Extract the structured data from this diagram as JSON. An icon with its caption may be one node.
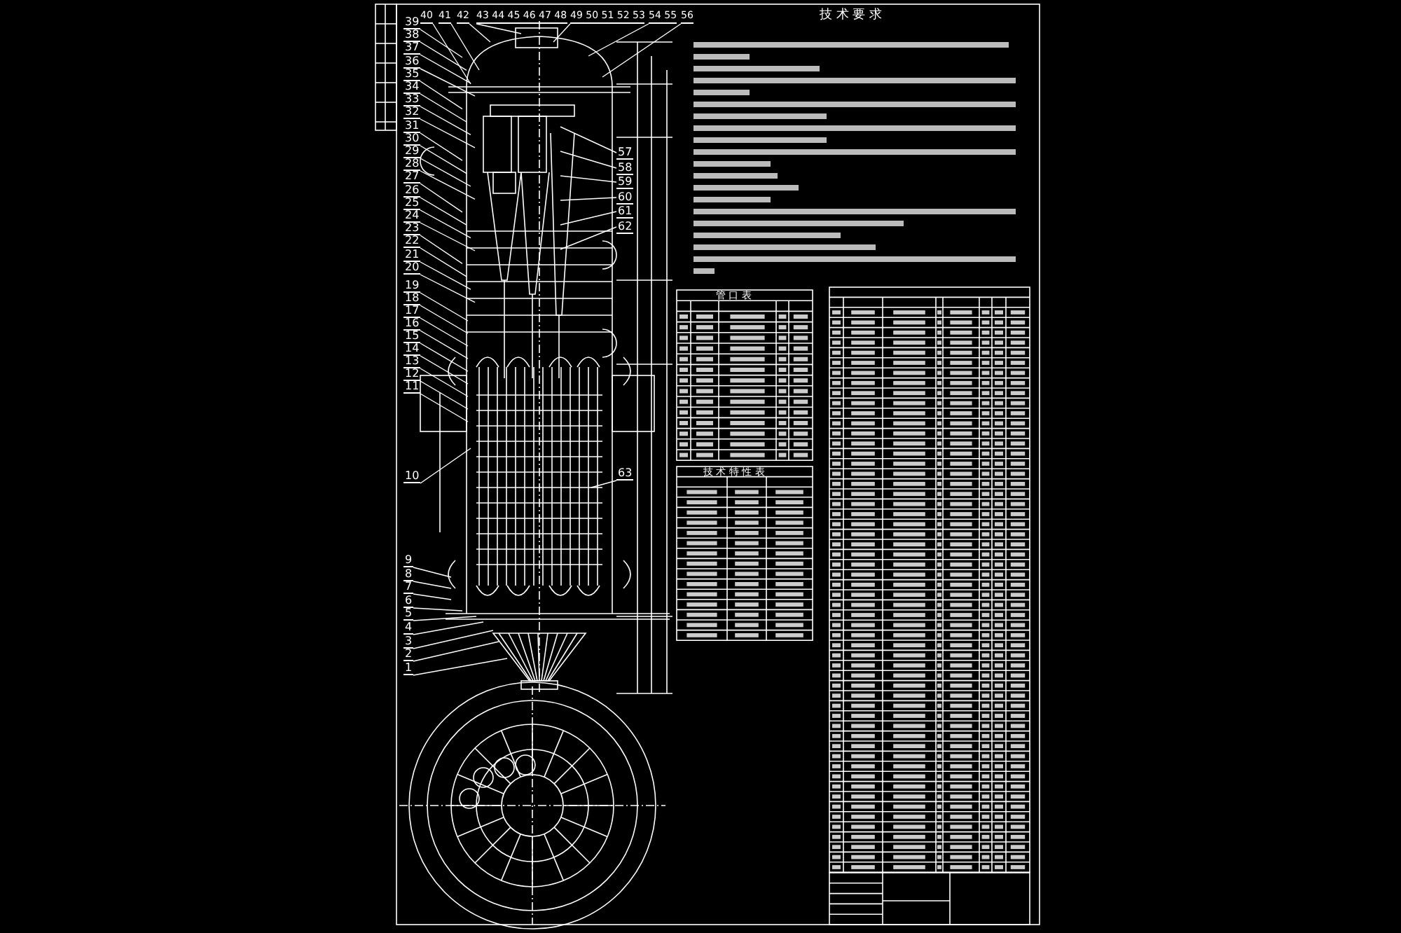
{
  "diagram": {
    "nodes": [
      {
        "text": [
          "39"
        ]
      },
      {
        "text": [
          "38"
        ]
      },
      {
        "text": [
          "37"
        ]
      },
      {
        "text": [
          "36"
        ]
      },
      {
        "text": [
          "35"
        ]
      },
      {
        "text": [
          "34"
        ]
      },
      {
        "text": [
          "33"
        ]
      },
      {
        "text": [
          "32"
        ]
      },
      {
        "text": [
          "31"
        ]
      },
      {
        "text": [
          "30"
        ]
      },
      {
        "text": [
          "29"
        ]
      },
      {
        "text": [
          "28"
        ]
      },
      {
        "text": [
          "27"
        ]
      },
      {
        "text": [
          "26"
        ]
      },
      {
        "text": [
          "25"
        ]
      },
      {
        "text": [
          "24"
        ]
      },
      {
        "text": [
          "23"
        ]
      },
      {
        "text": [
          "22"
        ]
      },
      {
        "text": [
          "21"
        ]
      },
      {
        "text": [
          "20"
        ]
      },
      {
        "text": [
          "19"
        ]
      },
      {
        "text": [
          "18"
        ]
      },
      {
        "text": [
          "17"
        ]
      },
      {
        "text": [
          "16"
        ]
      },
      {
        "text": [
          "15"
        ]
      },
      {
        "text": [
          "14"
        ]
      },
      {
        "text": [
          "13"
        ]
      },
      {
        "text": [
          "12"
        ]
      },
      {
        "text": [
          "11"
        ]
      },
      {
        "text": [
          "10"
        ]
      },
      {
        "text": [
          "9"
        ]
      },
      {
        "text": [
          "8"
        ]
      },
      {
        "text": [
          "7"
        ]
      },
      {
        "text": [
          "6"
        ]
      },
      {
        "text": [
          "5"
        ]
      },
      {
        "text": [
          "4"
        ]
      },
      {
        "text": [
          "3"
        ]
      },
      {
        "text": [
          "2"
        ]
      },
      {
        "text": [
          "1"
        ]
      },
      {
        "text": [
          "40"
        ]
      },
      {
        "text": [
          "41"
        ]
      },
      {
        "text": [
          "42"
        ]
      },
      {
        "text": [
          "43 44 45 46 47 48"
        ]
      },
      {
        "text": [
          "49 50 51 52 53"
        ]
      },
      {
        "text": [
          "54 55"
        ]
      },
      {
        "text": [
          "56"
        ]
      },
      {
        "text": [
          "57"
        ]
      },
      {
        "text": [
          "58"
        ]
      },
      {
        "text": [
          "59"
        ]
      },
      {
        "text": [
          "60"
        ]
      },
      {
        "text": [
          "61"
        ]
      },
      {
        "text": [
          "62"
        ]
      },
      {
        "text": [
          "63"
        ]
      }
    ],
    "edges": [
      {
        "from": 0,
        "to": null,
        "arrow": "none"
      },
      {
        "from": 1,
        "to": null,
        "arrow": "none"
      },
      {
        "from": 2,
        "to": null,
        "arrow": "none"
      },
      {
        "from": 3,
        "to": null,
        "arrow": "none"
      },
      {
        "from": 4,
        "to": null,
        "arrow": "none"
      },
      {
        "from": 5,
        "to": null,
        "arrow": "none"
      },
      {
        "from": 6,
        "to": null,
        "arrow": "none"
      },
      {
        "from": 7,
        "to": null,
        "arrow": "none"
      },
      {
        "from": 8,
        "to": null,
        "arrow": "none"
      },
      {
        "from": 9,
        "to": null,
        "arrow": "none"
      },
      {
        "from": 10,
        "to": null,
        "arrow": "none"
      },
      {
        "from": 11,
        "to": null,
        "arrow": "none"
      },
      {
        "from": 12,
        "to": null,
        "arrow": "none"
      },
      {
        "from": 13,
        "to": null,
        "arrow": "none"
      },
      {
        "from": 14,
        "to": null,
        "arrow": "none"
      },
      {
        "from": 15,
        "to": null,
        "arrow": "none"
      },
      {
        "from": 16,
        "to": null,
        "arrow": "none"
      },
      {
        "from": 17,
        "to": null,
        "arrow": "none"
      },
      {
        "from": 18,
        "to": null,
        "arrow": "none"
      },
      {
        "from": 19,
        "to": null,
        "arrow": "none"
      },
      {
        "from": 20,
        "to": null,
        "arrow": "none"
      },
      {
        "from": 21,
        "to": null,
        "arrow": "none"
      },
      {
        "from": 22,
        "to": null,
        "arrow": "none"
      },
      {
        "from": 23,
        "to": null,
        "arrow": "none"
      },
      {
        "from": 24,
        "to": null,
        "arrow": "none"
      },
      {
        "from": 25,
        "to": null,
        "arrow": "none"
      },
      {
        "from": 26,
        "to": null,
        "arrow": "none"
      },
      {
        "from": 27,
        "to": null,
        "arrow": "none"
      },
      {
        "from": 28,
        "to": null,
        "arrow": "none"
      },
      {
        "from": 29,
        "to": null,
        "arrow": "none"
      },
      {
        "from": 30,
        "to": null,
        "arrow": "none"
      },
      {
        "from": 31,
        "to": null,
        "arrow": "none"
      },
      {
        "from": 32,
        "to": null,
        "arrow": "none"
      },
      {
        "from": 33,
        "to": null,
        "arrow": "none"
      },
      {
        "from": 34,
        "to": null,
        "arrow": "none"
      },
      {
        "from": 35,
        "to": null,
        "arrow": "none"
      },
      {
        "from": 36,
        "to": null,
        "arrow": "none"
      },
      {
        "from": 37,
        "to": null,
        "arrow": "none"
      },
      {
        "from": 38,
        "to": null,
        "arrow": "none"
      },
      {
        "from": 39,
        "to": null,
        "arrow": "none"
      },
      {
        "from": 40,
        "to": null,
        "arrow": "none"
      },
      {
        "from": 41,
        "to": null,
        "arrow": "none"
      },
      {
        "from": 42,
        "to": null,
        "arrow": "none"
      },
      {
        "from": 43,
        "to": null,
        "arrow": "none"
      },
      {
        "from": 44,
        "to": null,
        "arrow": "none"
      },
      {
        "from": 45,
        "to": null,
        "arrow": "none"
      },
      {
        "from": 46,
        "to": null,
        "arrow": "none"
      },
      {
        "from": 47,
        "to": null,
        "arrow": "none"
      },
      {
        "from": 48,
        "to": null,
        "arrow": "none"
      },
      {
        "from": 49,
        "to": null,
        "arrow": "none"
      },
      {
        "from": 50,
        "to": null,
        "arrow": "none"
      },
      {
        "from": 51,
        "to": null,
        "arrow": "none"
      },
      {
        "from": 52,
        "to": null,
        "arrow": "none"
      }
    ],
    "labels": [
      "技 术 要 求",
      "管 口 表",
      "技 术 特 性 表"
    ]
  }
}
